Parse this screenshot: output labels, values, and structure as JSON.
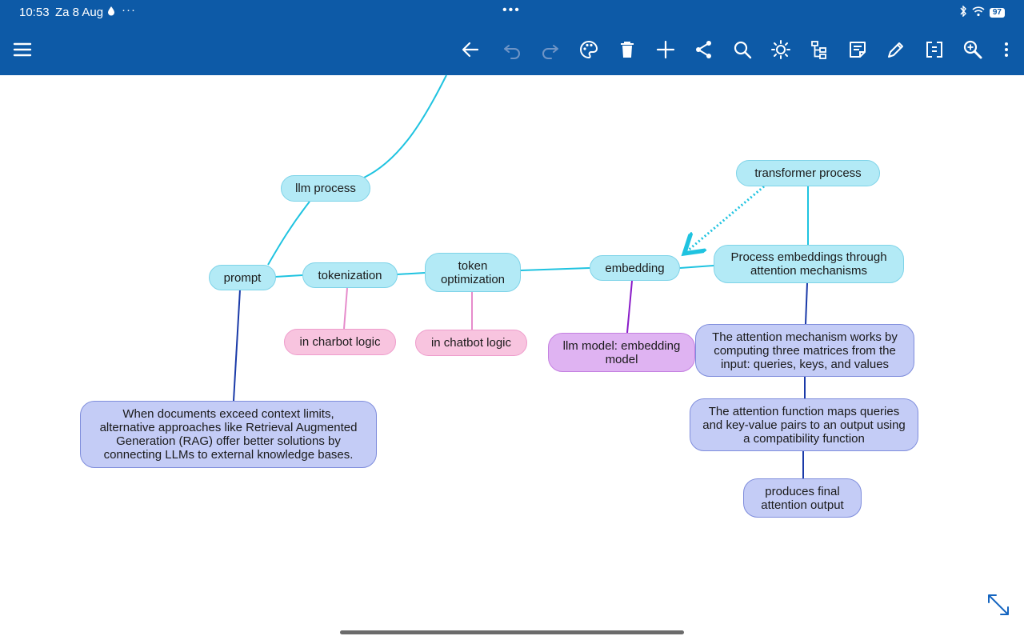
{
  "status_bar": {
    "time": "10:53",
    "date": "Za 8 Aug",
    "more": "···",
    "center_dots": "•••",
    "battery": "97"
  },
  "toolbar": {
    "icons": [
      "menu-icon",
      "back-arrow-icon",
      "undo-icon",
      "redo-icon",
      "palette-icon",
      "delete-icon",
      "add-icon",
      "share-icon",
      "search-icon",
      "brightness-icon",
      "tree-layout-icon",
      "note-icon",
      "pen-icon",
      "boundary-icon",
      "zoom-icon",
      "more-vert-icon"
    ],
    "accent": "#0d5aa7"
  },
  "nodes": {
    "llm_process": "llm process",
    "prompt": "prompt",
    "tokenization": "tokenization",
    "token_optimization": "token optimization",
    "embedding": "embedding",
    "transformer_process": "transformer process",
    "process_embeddings": "Process embeddings through attention mechanisms",
    "charbot_logic": "in charbot logic",
    "chatbot_logic": "in chatbot logic",
    "llm_model": "llm model: embedding model",
    "attention_mechanism": "The attention mechanism works by computing three matrices from the input: queries, keys, and values",
    "attention_function": "The attention function maps queries and key-value pairs to an output using a compatibility function",
    "final_output": "produces final attention output",
    "rag_note": "When documents exceed context limits, alternative approaches like Retrieval Augmented Generation (RAG) offer better solutions by connecting LLMs to external knowledge bases."
  },
  "colors": {
    "cyan_edge": "#1fc3e0",
    "pink_edge": "#e68ccb",
    "purple_edge": "#8a1cc8",
    "blue_edge": "#1a3aa8"
  }
}
